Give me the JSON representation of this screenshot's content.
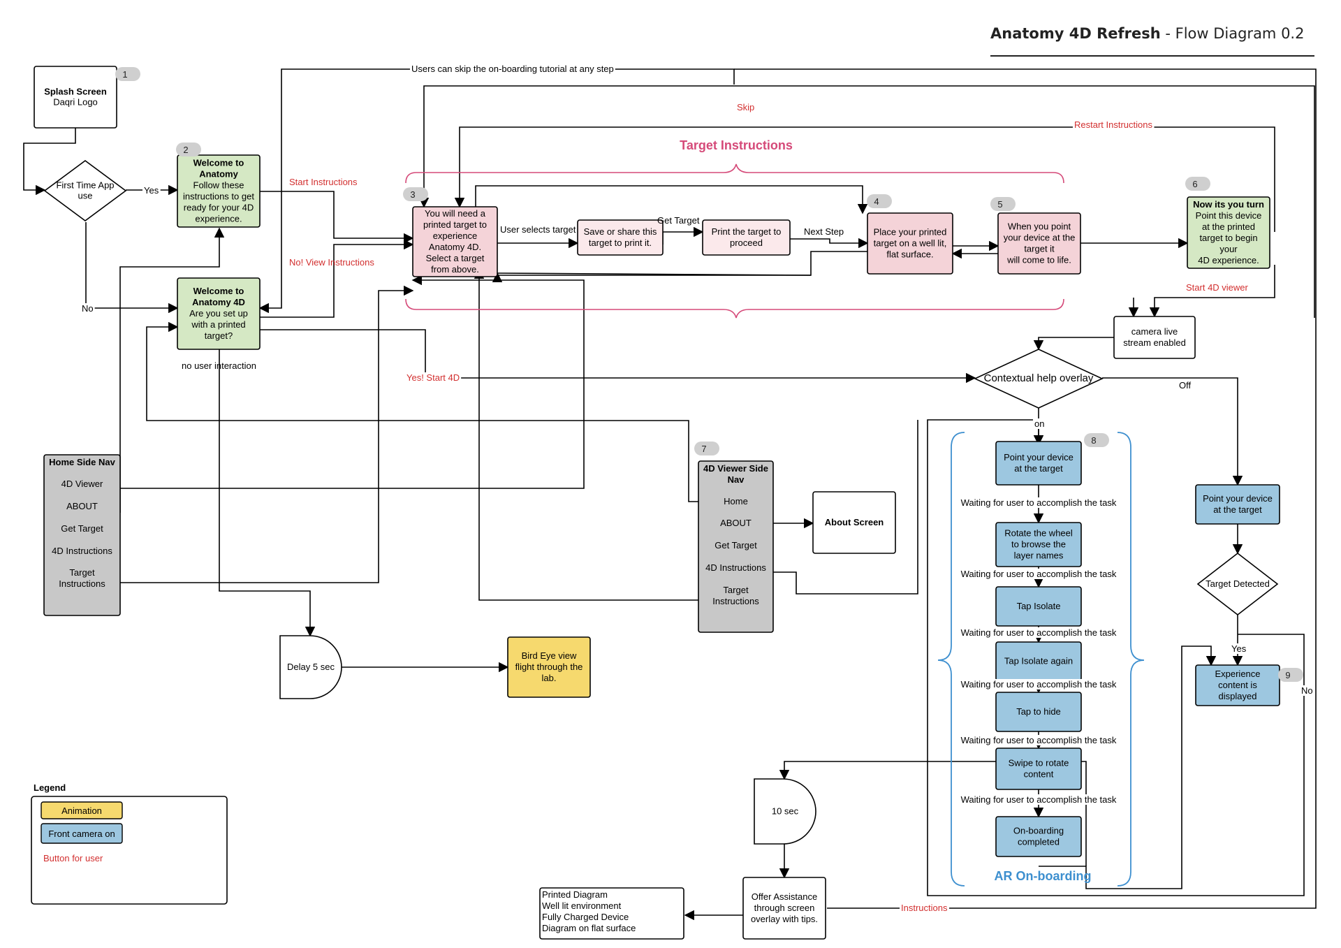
{
  "header": {
    "title_bold": "Anatomy 4D Refresh",
    "title_rest": " - Flow Diagram 0.2"
  },
  "colors": {
    "green": "#d5e8c4",
    "pink": "#f4d3d8",
    "pale_pink": "#fbe9eb",
    "blue": "#9dc7e0",
    "gray": "#c8c8c8",
    "yellow": "#f6d96e",
    "red": "#d22f2f",
    "magenta": "#d54a79",
    "ar_blue": "#3d8fcf"
  },
  "badges": {
    "b1": "1",
    "b2": "2",
    "b3": "3",
    "b4": "4",
    "b5": "5",
    "b6": "6",
    "b7": "7",
    "b8": "8",
    "b9": "9"
  },
  "nodes": {
    "splash": [
      "Splash Screen",
      "Daqri Logo"
    ],
    "first_time": [
      "First Time App",
      "use"
    ],
    "welcome_anatomy": [
      "Welcome to",
      "Anatomy",
      "Follow these",
      "instructions to get",
      "ready for your 4D",
      "experience."
    ],
    "welcome_4d": [
      "Welcome to",
      "Anatomy 4D",
      "Are you set up",
      "with a printed",
      "target?"
    ],
    "need_target": [
      "You will need a",
      "printed target to",
      "experience",
      "Anatomy 4D.",
      "Select a target",
      "from above."
    ],
    "save_share": [
      "Save or share this",
      "target to print it."
    ],
    "print_target": [
      "Print the target to",
      "proceed"
    ],
    "place_target": [
      "Place your printed",
      "target on a well lit,",
      "flat surface."
    ],
    "point_life": [
      "When you point",
      "your device at the",
      "target it",
      "will come to life."
    ],
    "your_turn": [
      "Now its you turn",
      "Point this device",
      "at the printed",
      "target to begin",
      "your",
      "4D experience."
    ],
    "camera_live": [
      "camera live",
      "stream enabled"
    ],
    "contextual": [
      "Contextual help overlay"
    ],
    "home_nav": [
      "Home Side Nav",
      "4D Viewer",
      "ABOUT",
      "Get Target",
      "4D Instructions",
      "Target",
      "Instructions"
    ],
    "viewer_nav": [
      "4D Viewer Side",
      "Nav",
      "Home",
      "ABOUT",
      "Get Target",
      "4D Instructions",
      "Target",
      "Instructions"
    ],
    "about_screen": [
      "About Screen"
    ],
    "delay": [
      "Delay 5 sec"
    ],
    "bird_eye": [
      "Bird Eye view",
      "flight through the",
      "lab."
    ],
    "ob_point": [
      "Point your device",
      "at the target"
    ],
    "ob_rotate": [
      "Rotate the wheel",
      "to browse the",
      "layer names"
    ],
    "ob_isolate": [
      "Tap Isolate"
    ],
    "ob_isolate2": [
      "Tap Isolate again"
    ],
    "ob_hide": [
      "Tap to hide"
    ],
    "ob_swipe": [
      "Swipe to rotate",
      "content"
    ],
    "ob_done": [
      "On-boarding",
      "completed"
    ],
    "right_point": [
      "Point your device",
      "at the target"
    ],
    "target_detected": [
      "Target Detected"
    ],
    "experience": [
      "Experience",
      "content is",
      "displayed"
    ],
    "ten_sec": [
      "10 sec"
    ],
    "offer": [
      "Offer Assistance",
      "through screen",
      "overlay with tips."
    ],
    "checklist": [
      "Printed Diagram",
      "Well lit environment",
      "Fully Charged Device",
      "Diagram on flat surface"
    ]
  },
  "labels": {
    "users_skip": "Users can skip the on-boarding tutorial at any step",
    "skip": "Skip",
    "restart": "Restart Instructions",
    "target_instructions": "Target Instructions",
    "start_instructions": "Start Instructions",
    "no_view": "No! View Instructions",
    "yes_start": "Yes! Start 4D",
    "yes": "Yes",
    "no": "No",
    "no_interaction": "no user interaction",
    "user_selects": "User selects target",
    "get_target": "Get Target",
    "next_step": "Next Step",
    "start_viewer": "Start 4D viewer",
    "off": "Off",
    "on": "on",
    "waiting": "Waiting for user to accomplish the task",
    "ar_onboarding": "AR On-boarding",
    "det_yes": "Yes",
    "det_no": "No",
    "instructions": "Instructions"
  },
  "legend": {
    "title": "Legend",
    "animation": "Animation",
    "camera": "Front camera on",
    "button": "Button for user"
  }
}
